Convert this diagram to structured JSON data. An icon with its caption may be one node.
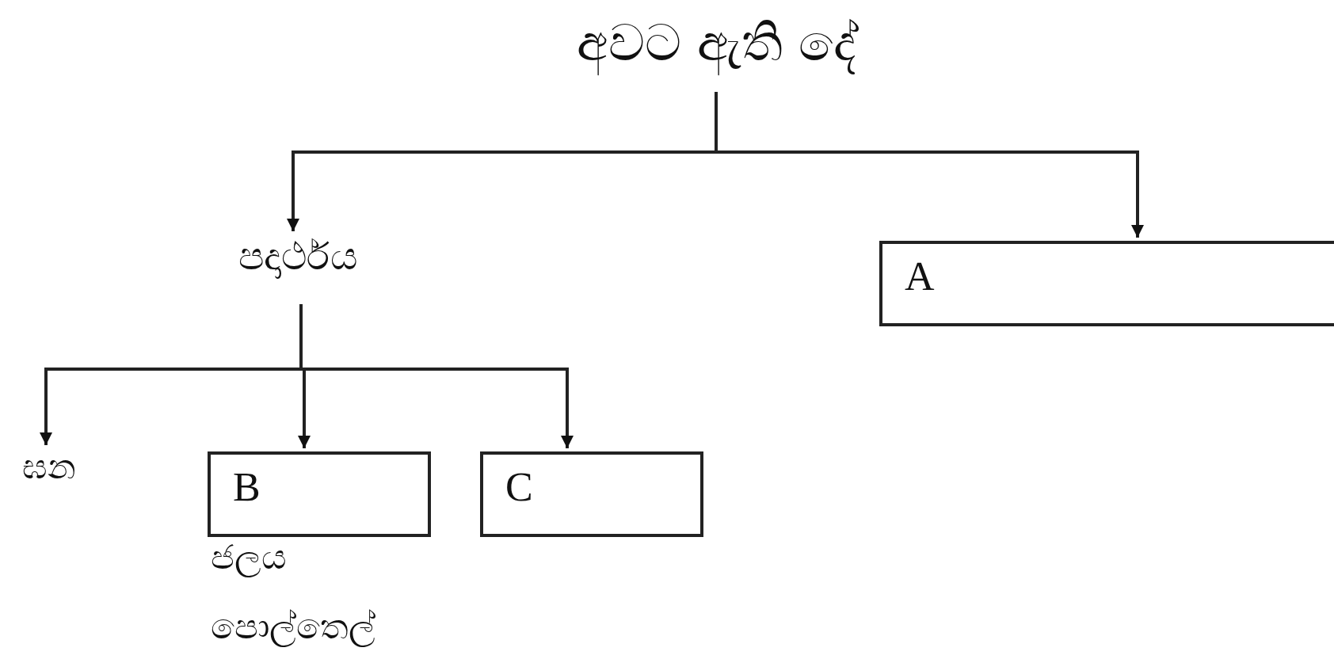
{
  "diagram": {
    "nodes": [
      {
        "text": [
          "අවට ඇති දේ"
        ]
      },
      {
        "text": [
          "පදාර්ථය"
        ]
      },
      {
        "text": [
          "A"
        ]
      },
      {
        "text": [
          "ඝන"
        ]
      },
      {
        "text": [
          "B"
        ],
        "beside": [
          "ජලය",
          "පොල්තෙල්"
        ]
      },
      {
        "text": [
          "C"
        ]
      }
    ],
    "edges": [
      {
        "from": 0,
        "to": 1,
        "arrow": "to"
      },
      {
        "from": 0,
        "to": 2,
        "arrow": "to"
      },
      {
        "from": 1,
        "to": 3,
        "arrow": "to"
      },
      {
        "from": 1,
        "to": 4,
        "arrow": "to"
      },
      {
        "from": 1,
        "to": 5,
        "arrow": "to"
      }
    ]
  }
}
